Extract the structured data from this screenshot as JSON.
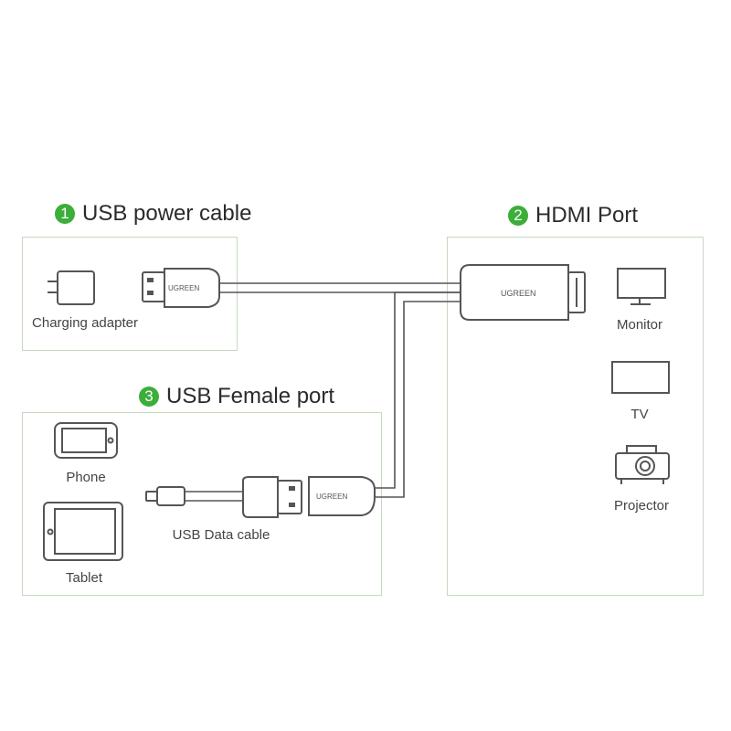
{
  "sections": {
    "usb_power": {
      "number": "1",
      "title": "USB power cable"
    },
    "hdmi": {
      "number": "2",
      "title": "HDMI Port"
    },
    "usb_female": {
      "number": "3",
      "title": "USB Female port"
    }
  },
  "labels": {
    "charging_adapter": "Charging adapter",
    "phone": "Phone",
    "tablet": "Tablet",
    "usb_data_cable": "USB Data cable",
    "monitor": "Monitor",
    "tv": "TV",
    "projector": "Projector"
  },
  "brand_text": {
    "usb_plug": "UGREEN",
    "hdmi_plug": "UGREEN",
    "female_port": "UGREEN"
  },
  "colors": {
    "accent_green": "#3cae3a",
    "panel_border": "#c6d8c2",
    "cable": "#555555"
  }
}
